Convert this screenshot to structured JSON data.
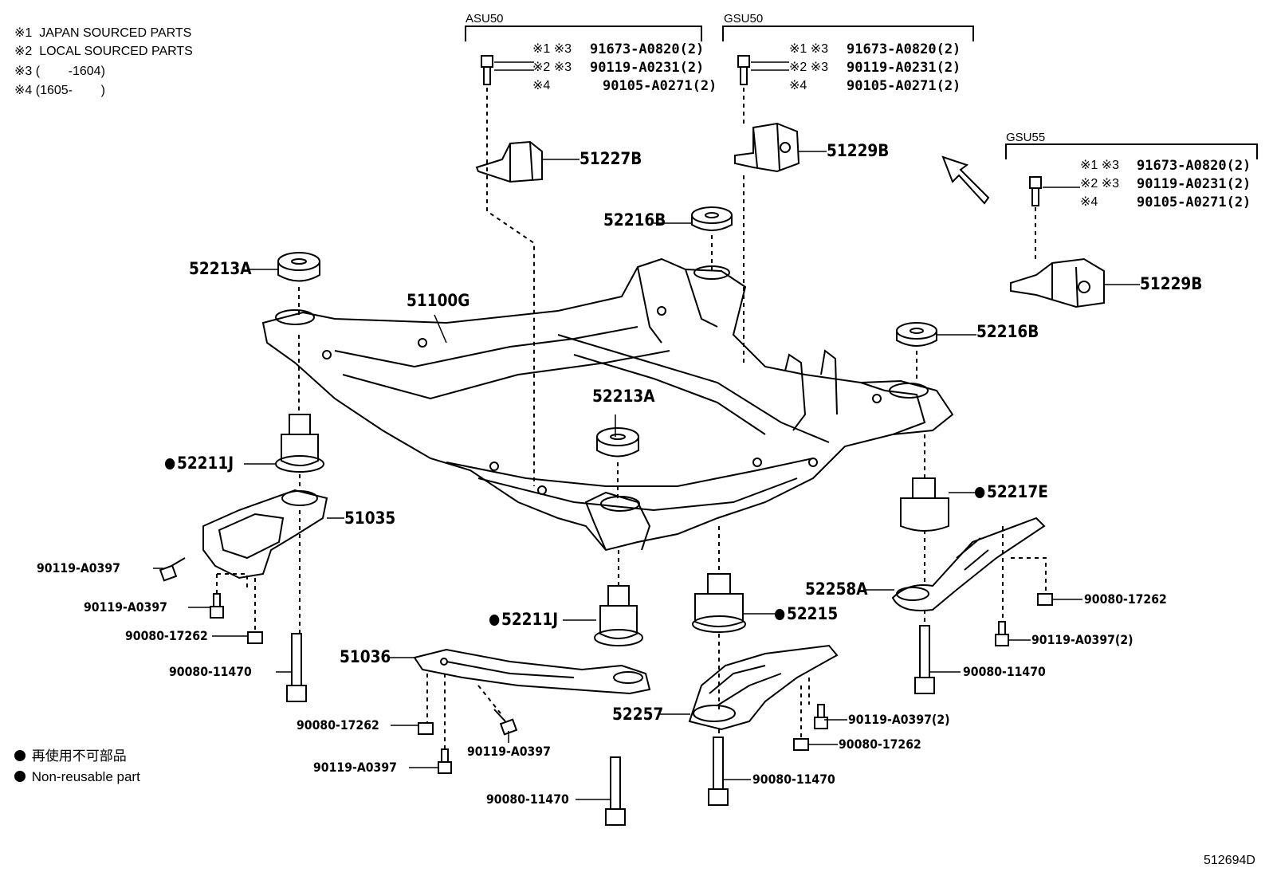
{
  "notes": {
    "n1": "※1  JAPAN SOURCED PARTS",
    "n2": "※2  LOCAL SOURCED PARTS",
    "n3": "※3 (        -1604)",
    "n4": "※4 (1605-        )"
  },
  "groups": {
    "asu50": {
      "header": "ASU50",
      "rows": [
        {
          "tag": "※1 ※3",
          "part": "91673-A0820(2)"
        },
        {
          "tag": "※2 ※3",
          "part": "90119-A0231(2)"
        },
        {
          "tag": "※4",
          "part": "90105-A0271(2)"
        }
      ]
    },
    "gsu50": {
      "header": "GSU50",
      "rows": [
        {
          "tag": "※1 ※3",
          "part": "91673-A0820(2)"
        },
        {
          "tag": "※2 ※3",
          "part": "90119-A0231(2)"
        },
        {
          "tag": "※4",
          "part": "90105-A0271(2)"
        }
      ]
    },
    "gsu55": {
      "header": "GSU55",
      "rows": [
        {
          "tag": "※1 ※3",
          "part": "91673-A0820(2)"
        },
        {
          "tag": "※2 ※3",
          "part": "90119-A0231(2)"
        },
        {
          "tag": "※4",
          "part": "90105-A0271(2)"
        }
      ]
    }
  },
  "labels": {
    "p51227B": "51227B",
    "p51229B_a": "51229B",
    "p51229B_b": "51229B",
    "p52216B_a": "52216B",
    "p52216B_b": "52216B",
    "p52213A_a": "52213A",
    "p52213A_b": "52213A",
    "p51100G": "51100G",
    "p52211J_a": "52211J",
    "p52211J_b": "52211J",
    "p52217E": "52217E",
    "p51035": "51035",
    "p52258A": "52258A",
    "p52215": "52215",
    "p51036": "51036",
    "p52257": "52257",
    "b90119_1": "90119-A0397",
    "b90119_2": "90119-A0397",
    "b90119_3": "90119-A0397",
    "b90119_4": "90119-A0397",
    "b90119_5": "90119-A0397(2)",
    "b90119_6": "90119-A0397(2)",
    "n17262_1": "90080-17262",
    "n17262_2": "90080-17262",
    "n17262_3": "90080-17262",
    "n17262_4": "90080-17262",
    "s11470_1": "90080-11470",
    "s11470_2": "90080-11470",
    "s11470_3": "90080-11470",
    "s11470_4": "90080-11470"
  },
  "legend": {
    "jp": "再使用不可部品",
    "en": "Non-reusable part"
  },
  "diagram_code": "512694D"
}
